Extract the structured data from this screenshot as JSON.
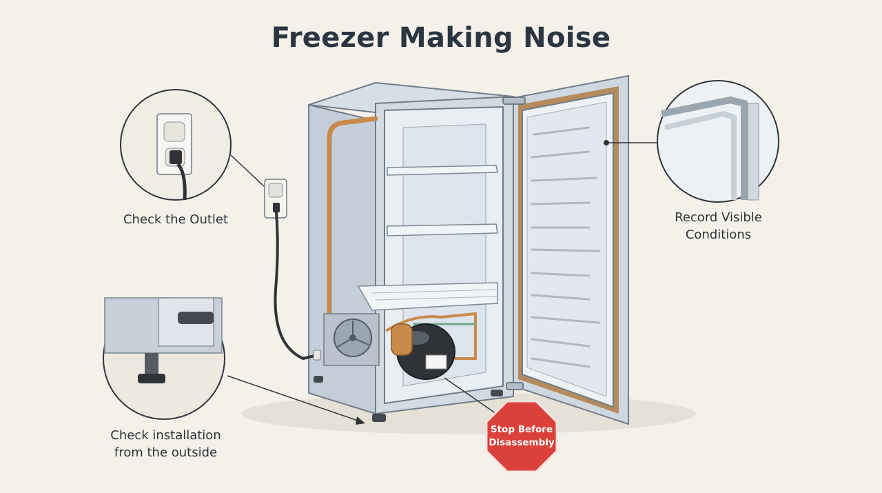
{
  "title": "Freezer Making Noise",
  "callouts": {
    "outlet": "Check the Outlet",
    "record_line1": "Record Visible",
    "record_line2": "Conditions",
    "install_line1": "Check installation",
    "install_line2": "from the outside"
  },
  "stop_sign": {
    "line1": "Stop Before",
    "line2": "Disassembly"
  },
  "colors": {
    "background": "#f4f1ea",
    "title": "#2b3640",
    "stop_red": "#d9413a",
    "copper": "#c98a4b",
    "steel": "#c9d3dc"
  }
}
